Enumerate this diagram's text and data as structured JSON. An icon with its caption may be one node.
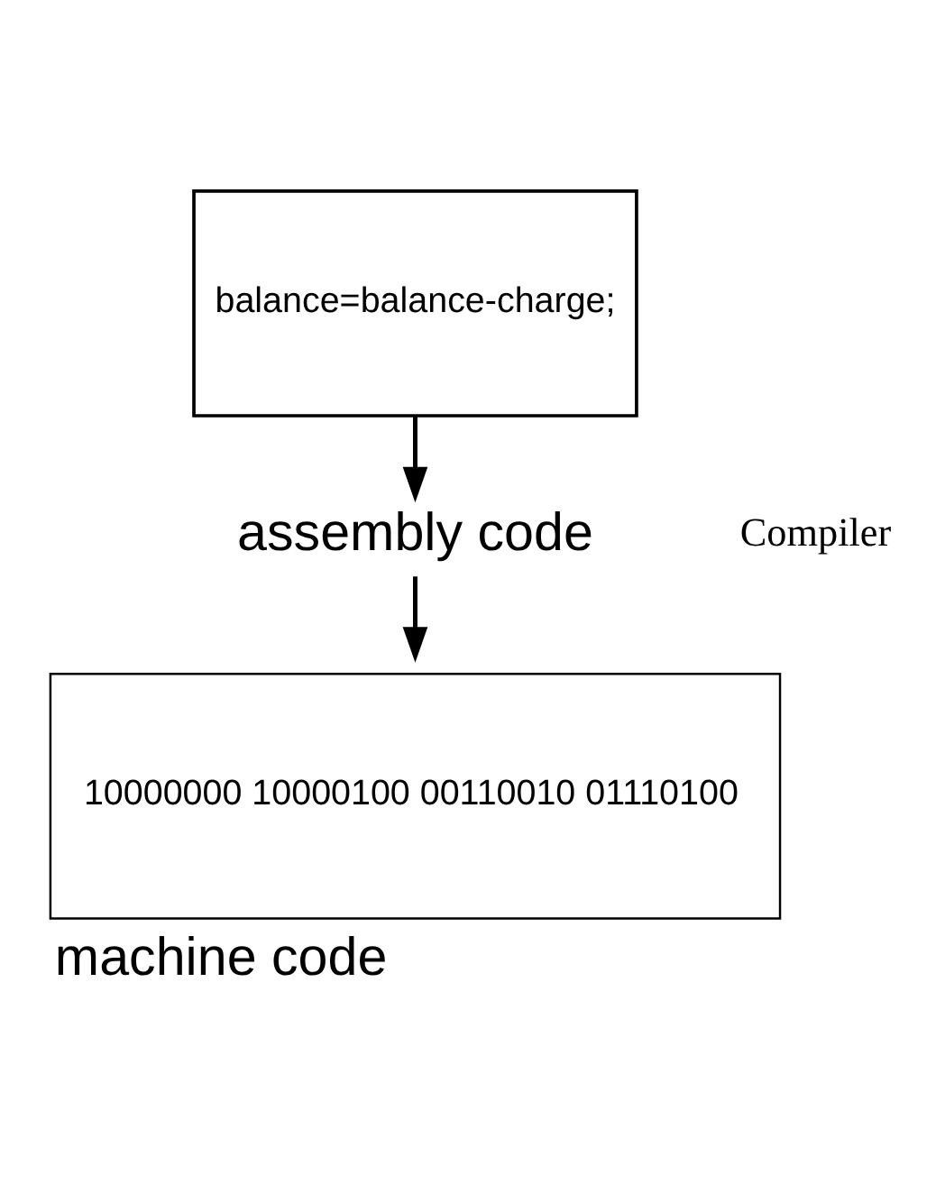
{
  "diagram": {
    "nodes": [
      {
        "text": [
          "balance=balance-charge;"
        ]
      },
      {
        "text": [
          "assembly code"
        ]
      },
      {
        "text": [
          "10000000 10000100 00110010 01110100"
        ],
        "beside": [
          "machine code"
        ]
      }
    ],
    "edges": [
      {
        "from": 0,
        "to": 1,
        "arrow": "to"
      },
      {
        "from": 1,
        "to": 2,
        "arrow": "to"
      }
    ],
    "labels": [
      "Compiler"
    ]
  }
}
